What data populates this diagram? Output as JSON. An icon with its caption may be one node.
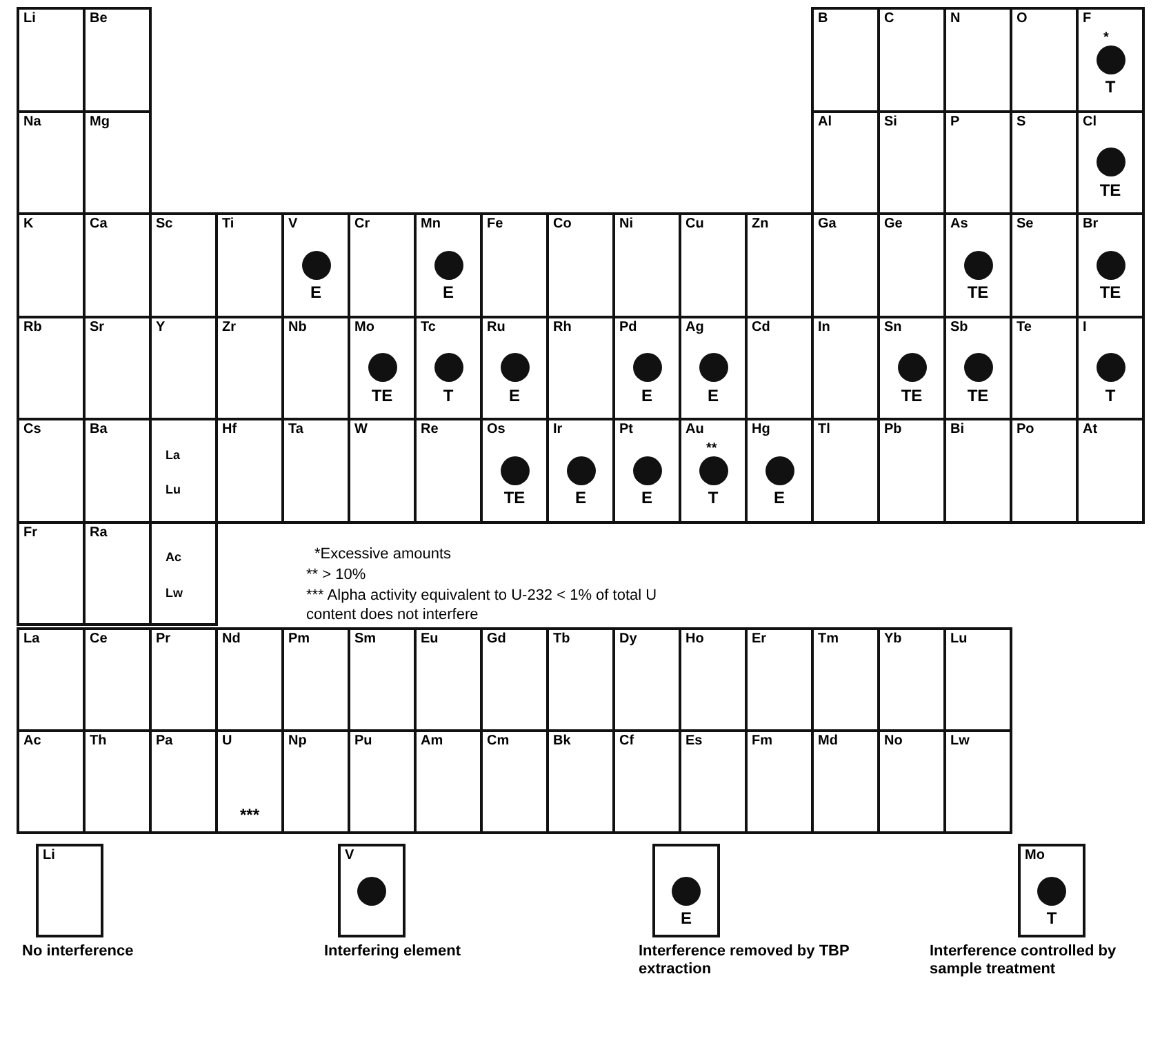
{
  "diagram": {
    "nodes": [
      {
        "text": [
          "Li"
        ]
      },
      {
        "text": [
          "Be"
        ]
      },
      {
        "text": [
          "B"
        ]
      },
      {
        "text": [
          "C"
        ]
      },
      {
        "text": [
          "N"
        ]
      },
      {
        "text": [
          "O"
        ]
      },
      {
        "text": [
          "F",
          "*",
          "T"
        ]
      },
      {
        "text": [],
        "shape": "circle",
        "in": 6
      },
      {
        "text": [
          "Na"
        ]
      },
      {
        "text": [
          "Mg"
        ]
      },
      {
        "text": [
          "Al"
        ]
      },
      {
        "text": [
          "Si"
        ]
      },
      {
        "text": [
          "P"
        ]
      },
      {
        "text": [
          "S"
        ]
      },
      {
        "text": [
          "Cl",
          "TE"
        ]
      },
      {
        "text": [],
        "shape": "circle",
        "in": 14
      },
      {
        "text": [
          "K"
        ]
      },
      {
        "text": [
          "Ca"
        ]
      },
      {
        "text": [
          "Sc"
        ]
      },
      {
        "text": [
          "Ti"
        ]
      },
      {
        "text": [
          "V",
          "E"
        ]
      },
      {
        "text": [],
        "shape": "circle",
        "in": 20
      },
      {
        "text": [
          "Cr"
        ]
      },
      {
        "text": [
          "Mn",
          "E"
        ]
      },
      {
        "text": [],
        "shape": "circle",
        "in": 23
      },
      {
        "text": [
          "Fe"
        ]
      },
      {
        "text": [
          "Co"
        ]
      },
      {
        "text": [
          "Ni"
        ]
      },
      {
        "text": [
          "Cu"
        ]
      },
      {
        "text": [
          "Zn"
        ]
      },
      {
        "text": [
          "Ga"
        ]
      },
      {
        "text": [
          "Ge"
        ]
      },
      {
        "text": [
          "As",
          "TE"
        ]
      },
      {
        "text": [],
        "shape": "circle",
        "in": 32
      },
      {
        "text": [
          "Se"
        ]
      },
      {
        "text": [
          "Br",
          "TE"
        ]
      },
      {
        "text": [],
        "shape": "circle",
        "in": 35
      },
      {
        "text": [
          "Rb"
        ]
      },
      {
        "text": [
          "Sr"
        ]
      },
      {
        "text": [
          "Y"
        ]
      },
      {
        "text": [
          "Zr"
        ]
      },
      {
        "text": [
          "Nb"
        ]
      },
      {
        "text": [
          "Mo",
          "TE"
        ]
      },
      {
        "text": [],
        "shape": "circle",
        "in": 42
      },
      {
        "text": [
          "Tc",
          "T"
        ]
      },
      {
        "text": [],
        "shape": "circle",
        "in": 44
      },
      {
        "text": [
          "Ru",
          "E"
        ]
      },
      {
        "text": [],
        "shape": "circle",
        "in": 46
      },
      {
        "text": [
          "Rh"
        ]
      },
      {
        "text": [
          "Pd",
          "E"
        ]
      },
      {
        "text": [],
        "shape": "circle",
        "in": 49
      },
      {
        "text": [
          "Ag",
          "E"
        ]
      },
      {
        "text": [],
        "shape": "circle",
        "in": 51
      },
      {
        "text": [
          "Cd"
        ]
      },
      {
        "text": [
          "In"
        ]
      },
      {
        "text": [
          "Sn",
          "TE"
        ]
      },
      {
        "text": [],
        "shape": "circle",
        "in": 55
      },
      {
        "text": [
          "Sb",
          "TE"
        ]
      },
      {
        "text": [],
        "shape": "circle",
        "in": 57
      },
      {
        "text": [
          "Te"
        ]
      },
      {
        "text": [
          "I",
          "T"
        ]
      },
      {
        "text": [],
        "shape": "circle",
        "in": 60
      },
      {
        "text": [
          "Cs"
        ]
      },
      {
        "text": [
          "Ba"
        ]
      },
      {
        "text": [
          "La",
          "Lu"
        ]
      },
      {
        "text": [
          "Hf"
        ]
      },
      {
        "text": [
          "Ta"
        ]
      },
      {
        "text": [
          "W"
        ]
      },
      {
        "text": [
          "Re"
        ]
      },
      {
        "text": [
          "Os",
          "TE"
        ]
      },
      {
        "text": [],
        "shape": "circle",
        "in": 69
      },
      {
        "text": [
          "Ir",
          "E"
        ]
      },
      {
        "text": [],
        "shape": "circle",
        "in": 71
      },
      {
        "text": [
          "Pt",
          "E"
        ]
      },
      {
        "text": [],
        "shape": "circle",
        "in": 73
      },
      {
        "text": [
          "Au",
          "**",
          "T"
        ]
      },
      {
        "text": [],
        "shape": "circle",
        "in": 75
      },
      {
        "text": [
          "Hg",
          "E"
        ]
      },
      {
        "text": [],
        "shape": "circle",
        "in": 77
      },
      {
        "text": [
          "Tl"
        ]
      },
      {
        "text": [
          "Pb"
        ]
      },
      {
        "text": [
          "Bi"
        ]
      },
      {
        "text": [
          "Po"
        ]
      },
      {
        "text": [
          "At"
        ]
      },
      {
        "text": [
          "Fr"
        ]
      },
      {
        "text": [
          "Ra"
        ]
      },
      {
        "text": [
          "Ac",
          "Lw"
        ]
      },
      {
        "text": [
          "La"
        ]
      },
      {
        "text": [
          "Ce"
        ]
      },
      {
        "text": [
          "Pr"
        ]
      },
      {
        "text": [
          "Nd"
        ]
      },
      {
        "text": [
          "Pm"
        ]
      },
      {
        "text": [
          "Sm"
        ]
      },
      {
        "text": [
          "Eu"
        ]
      },
      {
        "text": [
          "Gd"
        ]
      },
      {
        "text": [
          "Tb"
        ]
      },
      {
        "text": [
          "Dy"
        ]
      },
      {
        "text": [
          "Ho"
        ]
      },
      {
        "text": [
          "Er"
        ]
      },
      {
        "text": [
          "Tm"
        ]
      },
      {
        "text": [
          "Yb"
        ]
      },
      {
        "text": [
          "Lu"
        ]
      },
      {
        "text": [
          "Ac"
        ]
      },
      {
        "text": [
          "Th"
        ]
      },
      {
        "text": [
          "Pa"
        ]
      },
      {
        "text": [
          "U",
          "***"
        ]
      },
      {
        "text": [
          "Np"
        ]
      },
      {
        "text": [
          "Pu"
        ]
      },
      {
        "text": [
          "Am"
        ]
      },
      {
        "text": [
          "Cm"
        ]
      },
      {
        "text": [
          "Bk"
        ]
      },
      {
        "text": [
          "Cf"
        ]
      },
      {
        "text": [
          "Es"
        ]
      },
      {
        "text": [
          "Fm"
        ]
      },
      {
        "text": [
          "Md"
        ]
      },
      {
        "text": [
          "No"
        ]
      },
      {
        "text": [
          "Lw"
        ]
      },
      {
        "text": [
          "Li"
        ],
        "beside": [
          "No interference"
        ]
      },
      {
        "text": [
          "V"
        ],
        "beside": [
          "Interfering element"
        ]
      },
      {
        "text": [],
        "shape": "circle",
        "in": 118
      },
      {
        "text": [
          "E"
        ],
        "beside": [
          "Interference removed by TBP extraction"
        ]
      },
      {
        "text": [],
        "shape": "circle",
        "in": 120
      },
      {
        "text": [
          "Mo",
          "T"
        ],
        "beside": [
          "Interference controlled by sample treatment"
        ]
      },
      {
        "text": [],
        "shape": "circle",
        "in": 122
      }
    ],
    "labels": [
      "*Excessive amounts",
      "** > 10%",
      "*** Alpha activity equivalent to U-232 < 1% of total U content does not interfere"
    ]
  }
}
